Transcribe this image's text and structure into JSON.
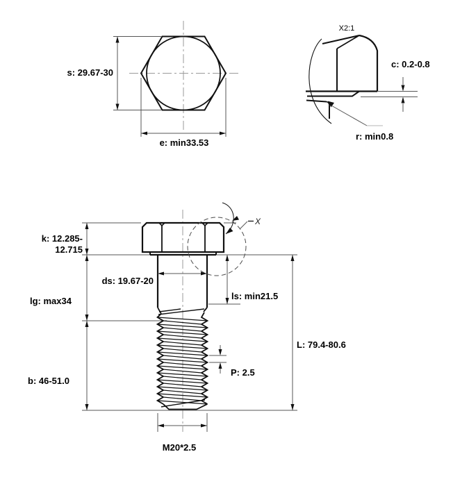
{
  "colors": {
    "background": "#ffffff",
    "object_line": "#111111",
    "dimension_line": "#555555",
    "text": "#000000"
  },
  "top_view": {
    "s_label": "s: 29.67-30",
    "e_label": "e: min33.53"
  },
  "detail_view": {
    "scale_label": "X2:1",
    "c_label": "c: 0.2-0.8",
    "r_label": "r: min0.8"
  },
  "front_view": {
    "k_label_line1": "k: 12.285-",
    "k_label_line2": "12.715",
    "ds_label": "ds: 19.67-20",
    "lg_label": "lg: max34",
    "ls_label": "ls: min21.5",
    "b_label": "b: 46-51.0",
    "l_label": "L: 79.4-80.6",
    "p_label": "P: 2.5",
    "thread_label": "M20*2.5",
    "detail_ref_label": "X"
  }
}
